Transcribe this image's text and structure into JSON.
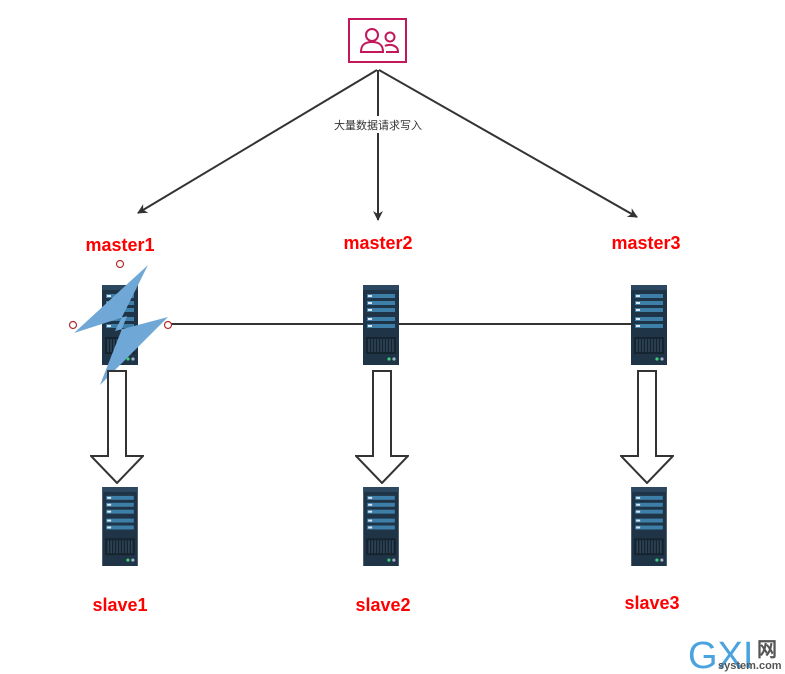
{
  "client": {
    "icon": "users-icon"
  },
  "edge_label": "大量数据请求写入",
  "masters": [
    {
      "label": "master1"
    },
    {
      "label": "master2"
    },
    {
      "label": "master3"
    }
  ],
  "slaves": [
    {
      "label": "slave1"
    },
    {
      "label": "slave2"
    },
    {
      "label": "slave3"
    }
  ],
  "fault_icon": "lightning-bolt-icon",
  "watermark": {
    "brand": "GXI",
    "cn": "网",
    "site": "system.com"
  },
  "colors": {
    "label_red": "#ff0000",
    "client_border": "#c2185b",
    "bolt_blue": "#6fa8d6",
    "server_dark": "#1f3446",
    "server_accent": "#3d7fa8"
  }
}
